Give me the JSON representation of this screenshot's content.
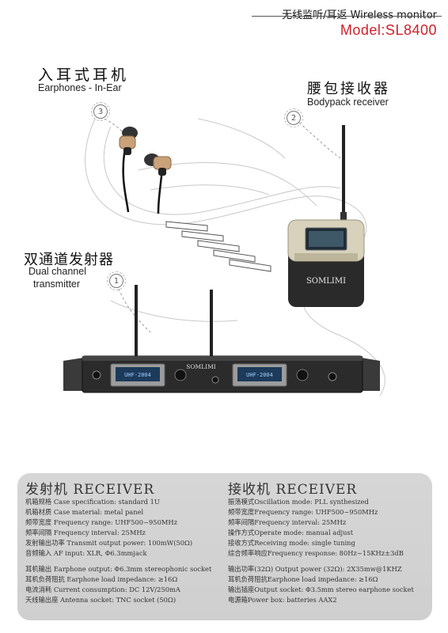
{
  "header": {
    "title": "无线监听/耳返 Wireless monitor",
    "model": "Model:SL8400"
  },
  "labels": {
    "earphones_zh": "入耳式耳机",
    "earphones_en": "Earphones - In-Ear",
    "bodypack_zh": "腰包接收器",
    "bodypack_en": "Bodypack receiver",
    "transmitter_zh": "双通道发射器",
    "transmitter_en_line1": "Dual channel",
    "transmitter_en_line2": "transmitter"
  },
  "badges": {
    "one": "1",
    "two": "2",
    "three": "3"
  },
  "devices": {
    "bodypack_brand": "SOMLIMI",
    "rack_brand": "SOMLIMI",
    "rack_display_left": "UHF-2004",
    "rack_display_right": "UHF-2004"
  },
  "specs": {
    "transmitter": {
      "heading": "发射机 RECEIVER",
      "lines_a": [
        "机箱规格 Case specification: standard 1U",
        "机箱材质 Case material: metal panel",
        "频带宽度 Frequency range: UHF500~950MHz",
        "频率间隔 Frequency interval: 25MHz",
        "发射输出功率 Transmit output power: 100mW(50Ω)",
        "音频输入 AF input:  XLR, Φ6.3mmjack"
      ],
      "lines_b": [
        "耳机输出 Earphone output: Φ6.3mm stereophonic socket",
        "耳机负荷阻抗 Earphone load impedance: ≥16Ω",
        "电流消耗 Current consumption:  DC 12V/250mA",
        "天线输出座 Antenna socket: TNC socket (50Ω)"
      ]
    },
    "receiver": {
      "heading": "接收机 RECEIVER",
      "lines_a": [
        "振荡模式Oscillation mode: PLL synthesized",
        "频带宽度Frequency range: UHF500~950MHz",
        "频率间隔Frequency interval: 25MHz",
        "操作方式Operate mode: manual adjust",
        "接收方式Receiving mode: single tuning",
        "综合频率响应Frequency response: 80Hz~15KHz±3dB"
      ],
      "lines_b": [
        "输出功率(32Ω) Output power (32Ω): 2X35mw@1KHZ",
        "耳机负荷阻抗Earphone load impedance: ≥16Ω",
        "输出插座Output socket: Φ3.5mm  stereo earphone socket",
        "电源箱Power box: batteries AAX2"
      ]
    }
  },
  "colors": {
    "accent_red": "#d0202a",
    "panel_gray": "#d2d2d2"
  }
}
